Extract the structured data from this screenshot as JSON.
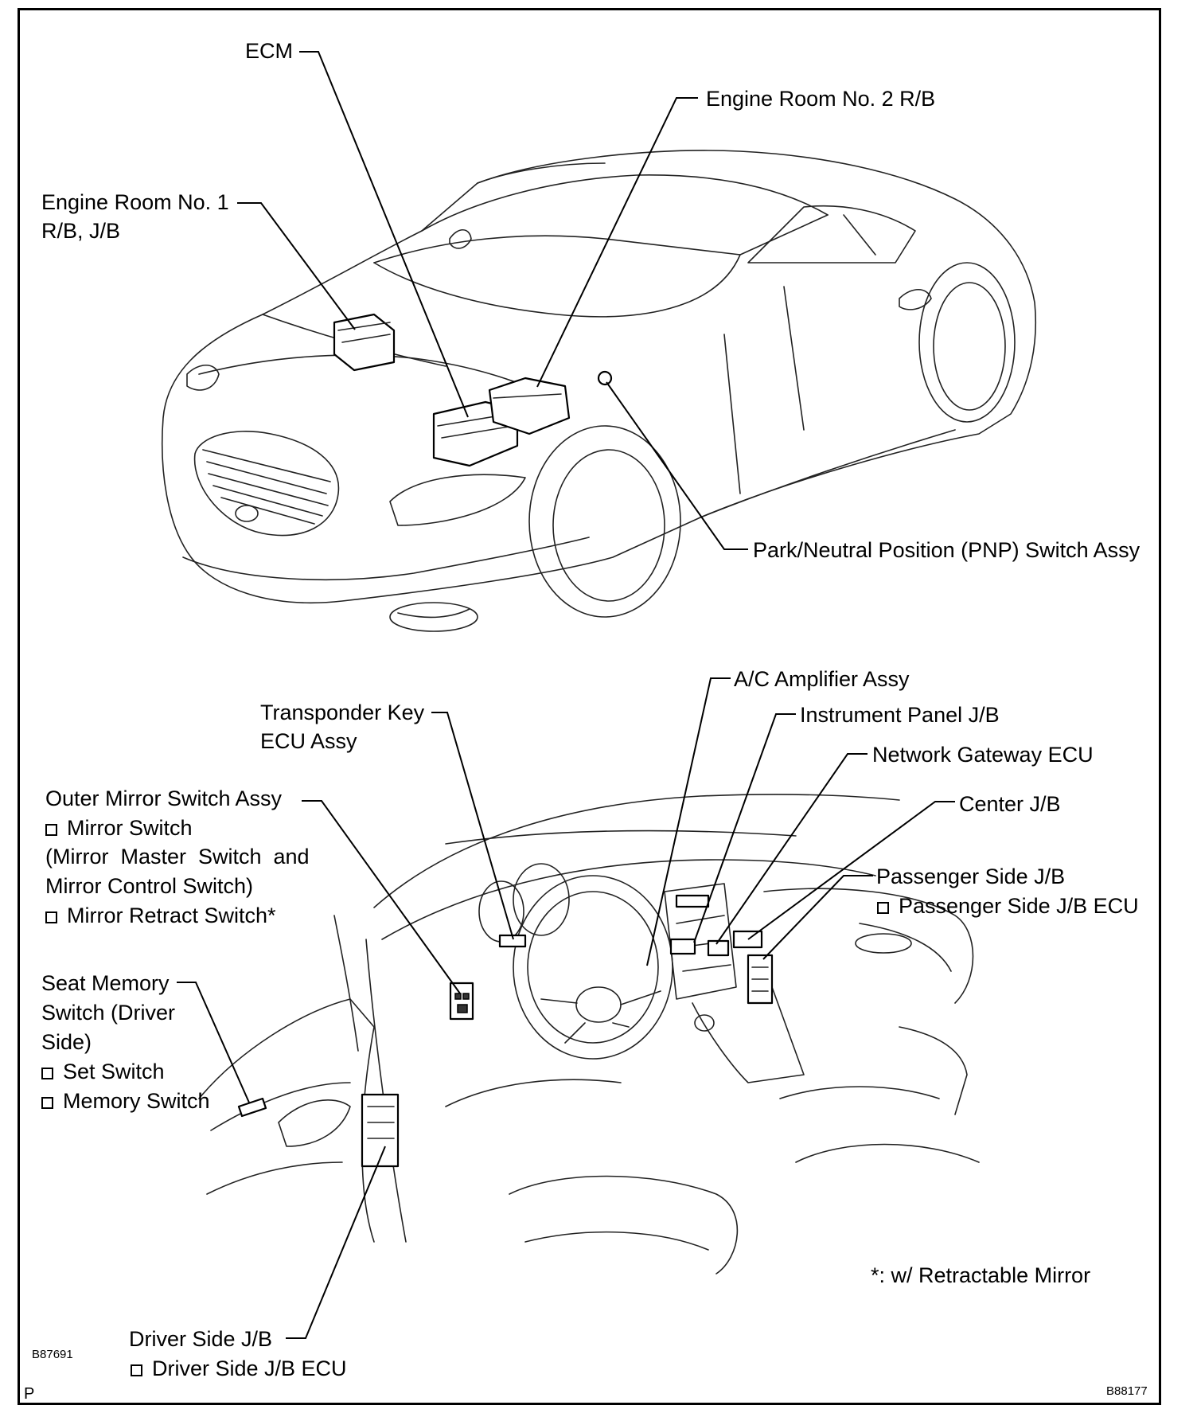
{
  "diagram": {
    "labels": {
      "ecm": "ECM",
      "engine_room_no2": "Engine Room No. 2 R/B",
      "engine_room_no1_line1": "Engine Room No. 1",
      "engine_room_no1_line2": "R/B, J/B",
      "pnp_switch": "Park/Neutral Position (PNP) Switch Assy",
      "ac_amplifier": "A/C Amplifier Assy",
      "instrument_panel_jb": "Instrument Panel J/B",
      "network_gateway": "Network Gateway ECU",
      "center_jb": "Center J/B",
      "passenger_jb": "Passenger Side J/B",
      "passenger_jb_ecu": "Passenger Side J/B ECU",
      "transponder_line1": "Transponder Key",
      "transponder_line2": "ECU Assy",
      "outer_mirror": "Outer Mirror Switch Assy",
      "mirror_switch": "Mirror Switch",
      "mirror_master_line1": "(Mirror  Master  Switch  and",
      "mirror_master_line2": "Mirror Control Switch)",
      "mirror_retract": "Mirror Retract Switch*",
      "seat_memory_line1": "Seat Memory",
      "seat_memory_line2": "Switch (Driver",
      "seat_memory_line3": "Side)",
      "set_switch": "Set Switch",
      "memory_switch": "Memory Switch",
      "driver_jb": "Driver Side J/B",
      "driver_jb_ecu": "Driver Side J/B ECU",
      "footnote": "*: w/ Retractable Mirror"
    },
    "codes": {
      "top_figure": "B87691",
      "bottom_figure": "B88177",
      "corner": "P"
    }
  }
}
